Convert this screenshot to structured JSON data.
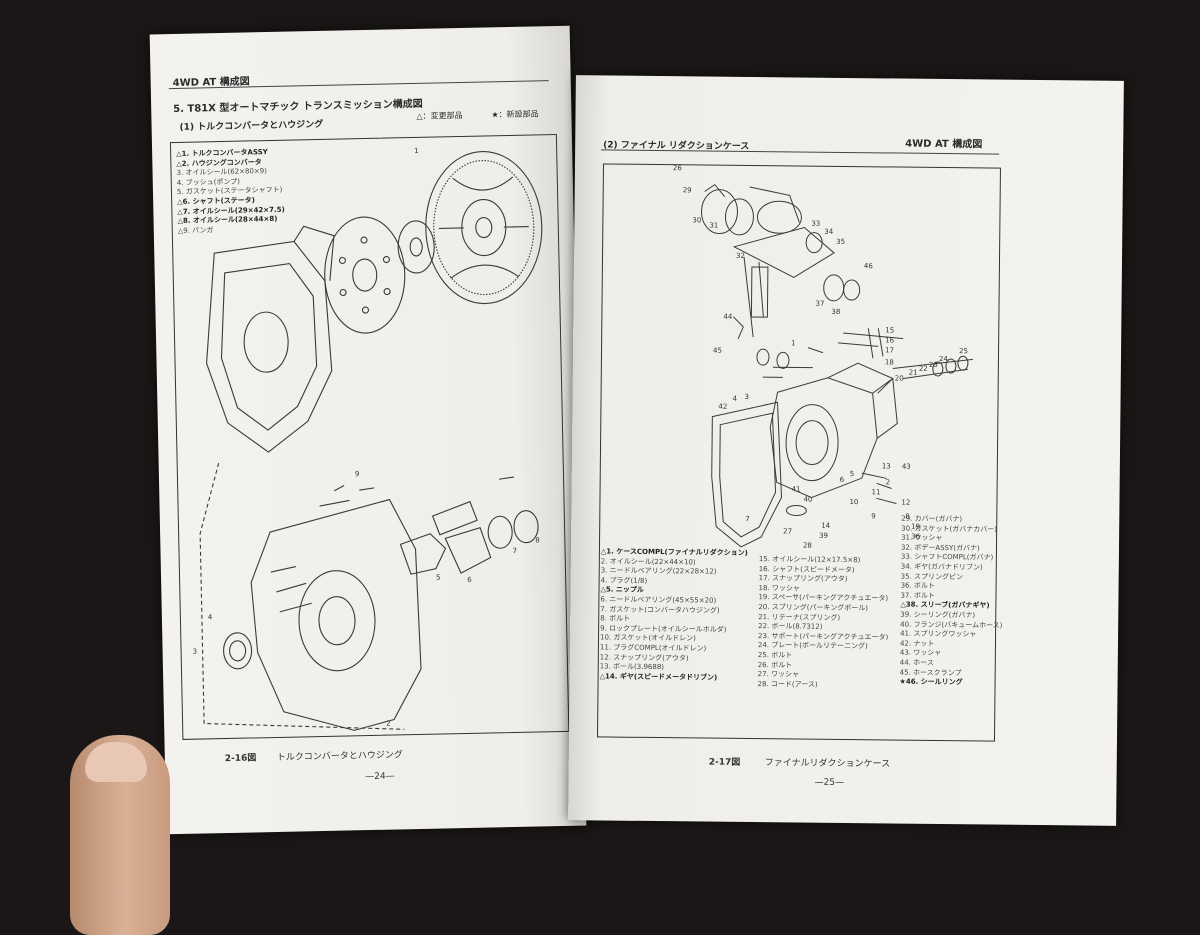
{
  "left_page": {
    "header": "4WD AT 構成図",
    "section": "5. T81X 型オートマチック トランスミッション構成図",
    "subsection": "(1) トルクコンバータとハウジング",
    "legend_changed": "△：変更部品",
    "legend_new": "★：新設部品",
    "parts": [
      "△1. トルクコンバータASSY",
      "△2. ハウジングコンバータ",
      "3. オイルシール(62×80×9)",
      "4. ブッシュ(ポンプ)",
      "5. ガスケット(ステータシャフト)",
      "△6. シャフト(ステータ)",
      "△7. オイルシール(29×42×7.5)",
      "△8. オイルシール(28×44×8)",
      "△9. パンガ"
    ],
    "callouts": [
      "1",
      "9",
      "2",
      "3",
      "4",
      "5",
      "6",
      "7",
      "8"
    ],
    "caption_number": "2-16図",
    "caption_text": "トルクコンバータとハウジング",
    "page_number": "—24—"
  },
  "right_page": {
    "subsection": "(2) ファイナル リダクションケース",
    "header": "4WD AT 構成図",
    "parts_col1": [
      "△1. ケースCOMPL(ファイナルリダクション)",
      "2. オイルシール(22×44×10)",
      "3. ニードルベアリング(22×28×12)",
      "4. プラグ(1/8)",
      "△5. ニップル",
      "6. ニードルベアリング(45×55×20)",
      "7. ガスケット(コンバータハウジング)",
      "8. ボルト",
      "9. ロックプレート(オイルシールホルダ)",
      "10. ガスケット(オイルドレン)",
      "11. プラグCOMPL(オイルドレン)",
      "12. スナップリング(アウタ)",
      "13. ボール(3.9688)",
      "△14. ギヤ(スピードメータドリブン)"
    ],
    "parts_col2": [
      "15. オイルシール(12×17.5×8)",
      "16. シャフト(スピードメータ)",
      "17. スナップリング(アウタ)",
      "18. ワッシャ",
      "19. スペーサ(パーキングアクチュエータ)",
      "20. スプリング(パーキングポール)",
      "21. リテーナ(スプリング)",
      "22. ボール(8.7312)",
      "23. サポート(パーキングアクチュエータ)",
      "24. プレート(ボールリテーニング)",
      "25. ボルト",
      "26. ボルト",
      "27. ワッシャ",
      "28. コード(アース)"
    ],
    "parts_col3": [
      "29. カバー(ガバナ)",
      "30. ガスケット(ガバナカバー)",
      "31. ワッシャ",
      "32. ボデーASSY(ガバナ)",
      "33. シャフトCOMPL(ガバナ)",
      "34. ギヤ(ガバナドリブン)",
      "35. スプリングピン",
      "36. ボルト",
      "37. ボルト",
      "△38. スリーブ(ガバナギヤ)",
      "39. シーリング(ガバナ)",
      "40. フランジ(バキュームホース)",
      "41. スプリングワッシャ",
      "42. ナット",
      "43. ワッシャ",
      "44. ホース",
      "45. ホースクランプ",
      "★46. シールリング"
    ],
    "callouts": [
      "26",
      "29",
      "30",
      "31",
      "33",
      "34",
      "35",
      "32",
      "37",
      "38",
      "46",
      "44",
      "45",
      "1",
      "15",
      "16",
      "17",
      "18",
      "25",
      "20",
      "21",
      "22",
      "23",
      "24",
      "42",
      "4",
      "3",
      "43",
      "2",
      "11",
      "10",
      "9",
      "12",
      "7",
      "14",
      "8",
      "41",
      "39",
      "40",
      "6",
      "5",
      "19",
      "13",
      "27",
      "28",
      "36"
    ],
    "caption_number": "2-17図",
    "caption_text": "ファイナルリダクションケース",
    "page_number": "—25—"
  }
}
